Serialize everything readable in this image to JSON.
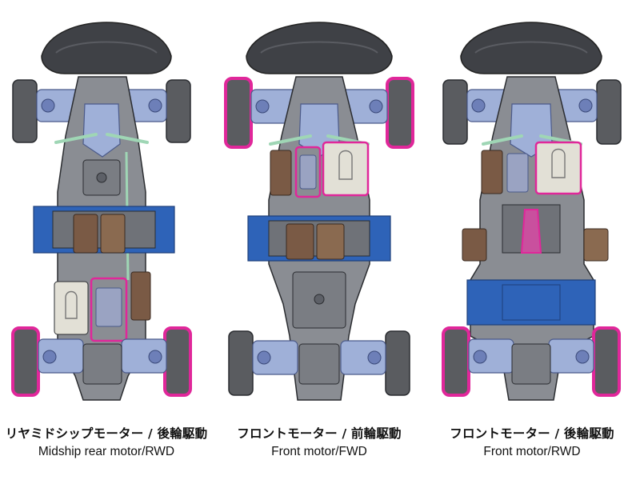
{
  "colors": {
    "chassis": "#8a8d93",
    "chassis_dark": "#5d6067",
    "outline": "#2a2c30",
    "tire": "#5a5c60",
    "suspension": "#9fb0d8",
    "suspension_dark": "#6d7fb8",
    "battery": "#e2e0d6",
    "motor_brown": "#7a5a45",
    "esc_brown": "#8a6a50",
    "blue_plate": "#2e63b8",
    "highlight_magenta": "#e0279a",
    "link_green": "#9fd6b5",
    "bumper": "#3f4146"
  },
  "layouts": [
    {
      "caption_jp": "リヤミドシップモーター / 後輪駆動",
      "caption_en": "Midship rear motor/RWD"
    },
    {
      "caption_jp": "フロントモーター / 前輪駆動",
      "caption_en": "Front motor/FWD"
    },
    {
      "caption_jp": "フロントモーター / 後輪駆動",
      "caption_en": "Front motor/RWD"
    }
  ]
}
